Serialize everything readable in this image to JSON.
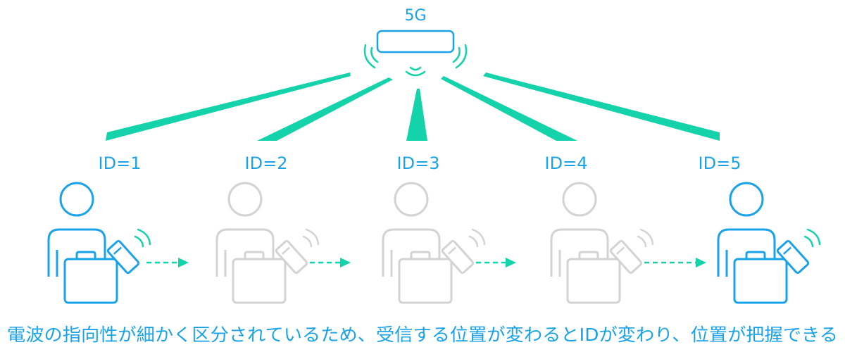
{
  "colors": {
    "blue": "#1aa3e8",
    "teal": "#14d2aa",
    "gray": "#d3d3d3",
    "white": "#ffffff"
  },
  "base_station": {
    "label": "5G",
    "icon": "base-station-icon"
  },
  "positions": [
    {
      "id_label": "ID=1",
      "state": "active"
    },
    {
      "id_label": "ID=2",
      "state": "inactive"
    },
    {
      "id_label": "ID=3",
      "state": "inactive"
    },
    {
      "id_label": "ID=4",
      "state": "inactive"
    },
    {
      "id_label": "ID=5",
      "state": "active"
    }
  ],
  "person_icon": "person-with-suitcase-icon",
  "arrow_style": "dashed-arrow",
  "caption": "電波の指向性が細かく区分されているため、受信する位置が変わるとIDが変わり、位置が把握できる"
}
